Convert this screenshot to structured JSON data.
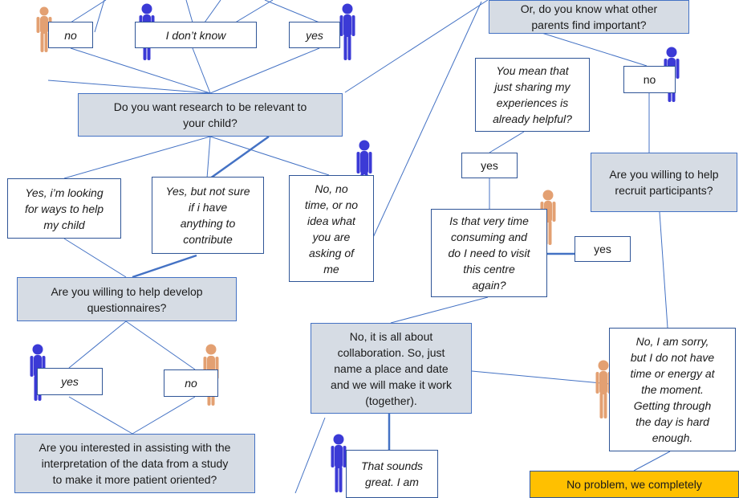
{
  "colors": {
    "question_fill": "#d6dce4",
    "border_blue": "#4472c4",
    "connector": "#4472c4",
    "figure_blue": "#3b3ad6",
    "figure_orange": "#e3a072",
    "highlight": "#ffc000"
  },
  "nodes": {
    "answer_no_top": "no",
    "answer_dont_know": "I don’t know",
    "answer_yes_top": "yes",
    "q_relevant": "Do you want research to be relevant to\nyour child?",
    "a_looking_help": "Yes, i’m looking\nfor ways to help\nmy child",
    "a_not_sure": "Yes, but not sure\nif i have\nanything to\ncontribute",
    "a_no_time": "No, no\ntime, or no\nidea what\nyou are\nasking of\nme",
    "q_develop_questionnaires": "Are you willing to help develop\nquestionnaires?",
    "opt_yes_q": "yes",
    "opt_no_q": "no",
    "q_interpretation": "Are you interested in assisting with the\ninterpretation of the data from a study\nto make it more patient oriented?",
    "q_other_parents": "Or, do you know what other\nparents find important?",
    "a_sharing_helpful": "You mean that\njust sharing my\nexperiences is\nalready helpful?",
    "opt_no_right": "no",
    "opt_yes_share": "yes",
    "q_recruit": "Are you willing to help\nrecruit participants?",
    "a_time_consuming": "Is that very time\nconsuming and\ndo I need to visit\nthis centre\nagain?",
    "opt_yes_recruit": "yes",
    "q_collaboration": "No, it is all about\ncollaboration. So, just\nname a place and date\nand we will make it work\n(together).",
    "a_sorry": "No, I am sorry,\nbut I do not have\ntime or energy at\nthe moment.\nGetting through\nthe day is hard\nenough.",
    "a_sounds_great": "That sounds\ngreat. I am",
    "final_no_problem": "No problem, we completely"
  },
  "icons": [
    "person-orange-icon",
    "person-blue-icon"
  ]
}
